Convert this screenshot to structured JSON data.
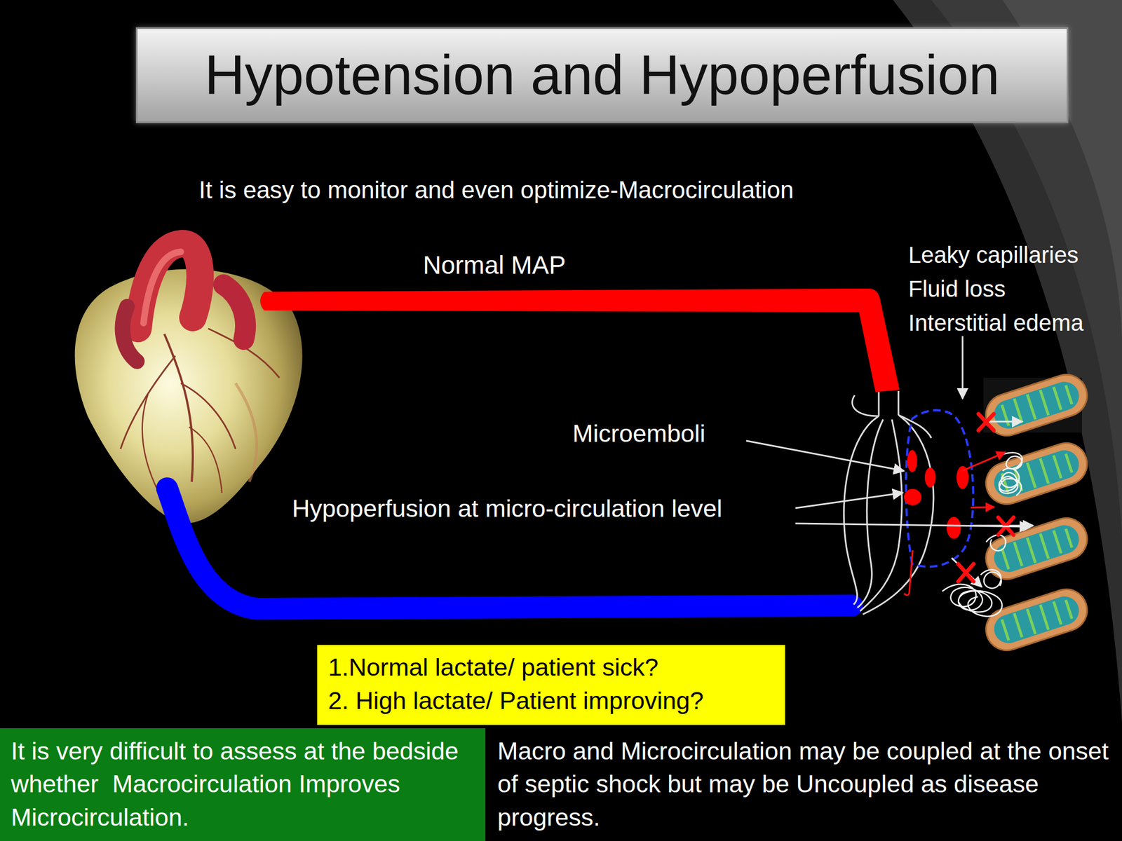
{
  "diagram": {
    "title": "Hypotension and Hypoperfusion",
    "nodes": [
      {
        "text": [
          "1.Normal lactate/ patient sick?",
          "2. High lactate/ Patient improving?"
        ]
      },
      {
        "text": [
          "It is very difficult to assess at the bedside whether  Macrocirculation Improves Microcirculation."
        ]
      },
      {
        "text": [
          "Macro and Microcirculation may be coupled at the onset of septic shock but may be Uncoupled as disease progress."
        ]
      }
    ],
    "labels": [
      "It is easy to monitor and even optimize-Macrocirculation",
      "Normal MAP",
      "Leaky capillaries",
      "Fluid loss",
      "Interstitial edema",
      "Microemboli",
      "Hypoperfusion at micro-circulation level"
    ]
  }
}
